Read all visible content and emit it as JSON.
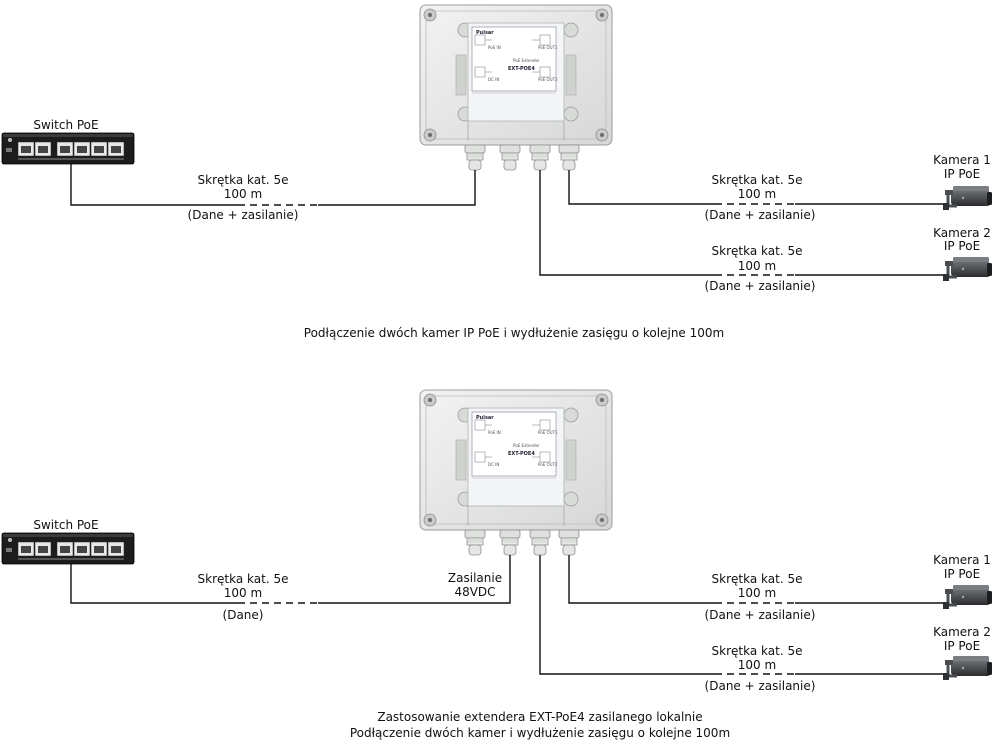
{
  "top": {
    "switch_label": "Switch PoE",
    "cable_left": {
      "line1": "Skrętka kat. 5e",
      "line2": "100 m",
      "line3": "(Dane + zasilanie)"
    },
    "cable_cam1": {
      "line1": "Skrętka kat. 5e",
      "line2": "100 m",
      "line3": "(Dane + zasilanie)"
    },
    "cable_cam2": {
      "line1": "Skrętka kat. 5e",
      "line2": "100 m",
      "line3": "(Dane + zasilanie)"
    },
    "camera1": {
      "line1": "Kamera 1",
      "line2": "IP PoE"
    },
    "camera2": {
      "line1": "Kamera 2",
      "line2": "IP PoE"
    },
    "caption": "Podłączenie dwóch kamer IP PoE i wydłużenie zasięgu o kolejne 100m"
  },
  "bottom": {
    "switch_label": "Switch PoE",
    "cable_left": {
      "line1": "Skrętka kat. 5e",
      "line2": "100 m",
      "line3": "(Dane)"
    },
    "power": {
      "line1": "Zasilanie",
      "line2": "48VDC"
    },
    "cable_cam1": {
      "line1": "Skrętka kat. 5e",
      "line2": "100 m",
      "line3": "(Dane + zasilanie)"
    },
    "cable_cam2": {
      "line1": "Skrętka kat. 5e",
      "line2": "100 m",
      "line3": "(Dane + zasilanie)"
    },
    "camera1": {
      "line1": "Kamera 1",
      "line2": "IP PoE"
    },
    "camera2": {
      "line1": "Kamera 2",
      "line2": "IP PoE"
    },
    "caption_line1": "Zastosowanie extendera EXT-PoE4 zasilanego lokalnie",
    "caption_line2": "Podłączenie dwóch kamer i wydłużenie zasięgu o kolejne 100m"
  },
  "device": {
    "brand": "Pulsar",
    "type": "PoE Extender",
    "model": "EXT-POE4",
    "poe_in": "PoE IN",
    "dc_in": "DC IN",
    "poe_out1": "PoE OUT1",
    "poe_out2": "PoE OUT2"
  },
  "colors": {
    "cable": "#111111",
    "enclosure": "#e6e8e6",
    "switch_body": "#1c1c1c",
    "camera_body": "#3a3d40"
  }
}
